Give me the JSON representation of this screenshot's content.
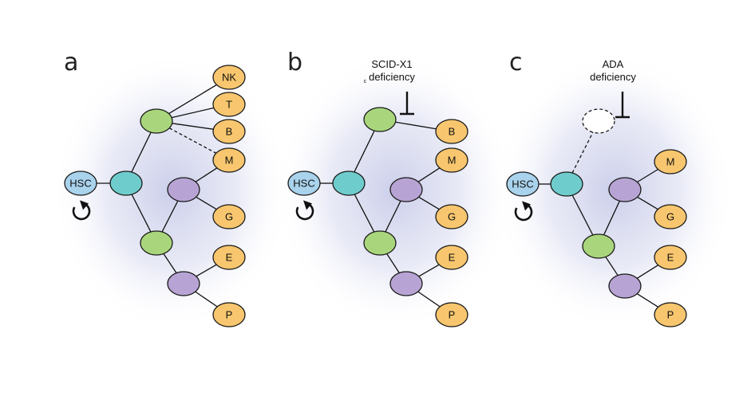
{
  "colors": {
    "hsc": "#a9d2ec",
    "progenitor": "#6fcccc",
    "lymphoid": "#a9d67c",
    "myeloid": "#b8a4d4",
    "mature": "#f7c66e",
    "halo": "#c9cde8"
  },
  "panels": [
    {
      "letter": "a",
      "note": null,
      "nodes": [
        {
          "id": "hsc",
          "label": "HSC",
          "kind": "hsc"
        },
        {
          "id": "prog",
          "label": "",
          "kind": "progenitor"
        },
        {
          "id": "lym",
          "label": "",
          "kind": "lymphoid"
        },
        {
          "id": "mye",
          "label": "",
          "kind": "myeloid"
        },
        {
          "id": "mep",
          "label": "",
          "kind": "lymphoid"
        },
        {
          "id": "ery",
          "label": "",
          "kind": "myeloid"
        },
        {
          "id": "nk",
          "label": "NK",
          "kind": "mature"
        },
        {
          "id": "t",
          "label": "T",
          "kind": "mature"
        },
        {
          "id": "b",
          "label": "B",
          "kind": "mature"
        },
        {
          "id": "m",
          "label": "M",
          "kind": "mature"
        },
        {
          "id": "g",
          "label": "G",
          "kind": "mature"
        },
        {
          "id": "e",
          "label": "E",
          "kind": "mature"
        },
        {
          "id": "p",
          "label": "P",
          "kind": "mature"
        }
      ],
      "edges": [
        [
          "hsc",
          "prog",
          "solid"
        ],
        [
          "prog",
          "lym",
          "solid"
        ],
        [
          "prog",
          "mep",
          "solid"
        ],
        [
          "lym",
          "nk",
          "solid"
        ],
        [
          "lym",
          "t",
          "solid"
        ],
        [
          "lym",
          "b",
          "solid"
        ],
        [
          "lym",
          "m",
          "dashed"
        ],
        [
          "mye",
          "m",
          "solid"
        ],
        [
          "mye",
          "g",
          "solid"
        ],
        [
          "mye",
          "mep",
          "solid"
        ],
        [
          "mep",
          "ery",
          "solid"
        ],
        [
          "ery",
          "e",
          "solid"
        ],
        [
          "ery",
          "p",
          "solid"
        ]
      ],
      "inhibitor": false
    },
    {
      "letter": "b",
      "note": {
        "line1": "SCID-X1",
        "prefix": "c",
        "line2": "deficiency"
      },
      "nodes": [
        {
          "id": "hsc",
          "label": "HSC",
          "kind": "hsc"
        },
        {
          "id": "prog",
          "label": "",
          "kind": "progenitor"
        },
        {
          "id": "lym",
          "label": "",
          "kind": "lymphoid"
        },
        {
          "id": "mye",
          "label": "",
          "kind": "myeloid"
        },
        {
          "id": "mep",
          "label": "",
          "kind": "lymphoid"
        },
        {
          "id": "ery",
          "label": "",
          "kind": "myeloid"
        },
        {
          "id": "b",
          "label": "B",
          "kind": "mature"
        },
        {
          "id": "m",
          "label": "M",
          "kind": "mature"
        },
        {
          "id": "g",
          "label": "G",
          "kind": "mature"
        },
        {
          "id": "e",
          "label": "E",
          "kind": "mature"
        },
        {
          "id": "p",
          "label": "P",
          "kind": "mature"
        }
      ],
      "edges": [
        [
          "hsc",
          "prog",
          "solid"
        ],
        [
          "prog",
          "lym",
          "solid"
        ],
        [
          "prog",
          "mep",
          "solid"
        ],
        [
          "lym",
          "b",
          "solid"
        ],
        [
          "mye",
          "m",
          "solid"
        ],
        [
          "mye",
          "g",
          "solid"
        ],
        [
          "mye",
          "mep",
          "solid"
        ],
        [
          "mep",
          "ery",
          "solid"
        ],
        [
          "ery",
          "e",
          "solid"
        ],
        [
          "ery",
          "p",
          "solid"
        ]
      ],
      "inhibitor": true
    },
    {
      "letter": "c",
      "note": {
        "line1": "ADA",
        "prefix": "",
        "line2": "deficiency"
      },
      "nodes": [
        {
          "id": "hsc",
          "label": "HSC",
          "kind": "hsc"
        },
        {
          "id": "prog",
          "label": "",
          "kind": "progenitor"
        },
        {
          "id": "lym",
          "label": "",
          "kind": "absent"
        },
        {
          "id": "mye",
          "label": "",
          "kind": "myeloid"
        },
        {
          "id": "mep",
          "label": "",
          "kind": "lymphoid"
        },
        {
          "id": "ery",
          "label": "",
          "kind": "myeloid"
        },
        {
          "id": "m",
          "label": "M",
          "kind": "mature"
        },
        {
          "id": "g",
          "label": "G",
          "kind": "mature"
        },
        {
          "id": "e",
          "label": "E",
          "kind": "mature"
        },
        {
          "id": "p",
          "label": "P",
          "kind": "mature"
        }
      ],
      "edges": [
        [
          "hsc",
          "prog",
          "solid"
        ],
        [
          "prog",
          "lym",
          "dashed"
        ],
        [
          "prog",
          "mep",
          "solid"
        ],
        [
          "mye",
          "m",
          "solid"
        ],
        [
          "mye",
          "g",
          "solid"
        ],
        [
          "mye",
          "mep",
          "solid"
        ],
        [
          "mep",
          "ery",
          "solid"
        ],
        [
          "ery",
          "e",
          "solid"
        ],
        [
          "ery",
          "p",
          "solid"
        ]
      ],
      "inhibitor": true
    }
  ]
}
